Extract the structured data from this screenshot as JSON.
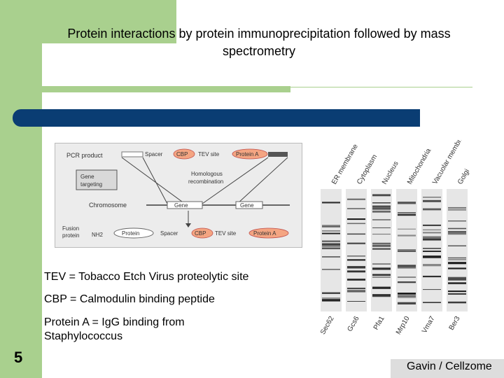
{
  "slide": {
    "title": "Protein interactions by protein immunoprecipitation followed by mass spectrometry",
    "number": "5",
    "credit": "Gavin / Cellzome",
    "definitions": [
      "TEV = Tobacco Etch Virus proteolytic site",
      "CBP = Calmodulin binding peptide",
      "Protein A = IgG binding from Staphylococcus"
    ]
  },
  "diagram": {
    "pcr_product": "PCR product",
    "spacer": "Spacer",
    "cbp": "CBP",
    "tev_site": "TEV site",
    "protein_a": "Protein A",
    "gene_targeting": "Gene targeting",
    "homologous_recombination": "Homologous recombination",
    "chromosome": "Chromosome",
    "gene": "Gene",
    "fusion_protein": "Fusion protein",
    "nh2": "NH2",
    "protein": "Protein"
  },
  "gel": {
    "top_labels": [
      "ER membrane",
      "Cytoplasm",
      "Nucleus",
      "Mitochondria",
      "Vacuolar membrane",
      "Golgi"
    ],
    "bottom_labels": [
      "Sec62",
      "Gcs6",
      "Pfa1",
      "Mrp10",
      "Vma7",
      "Ber3"
    ]
  },
  "colors": {
    "green": "#a9d08e",
    "blue_bar": "#0a3d73",
    "highlight": "#f4a582"
  }
}
